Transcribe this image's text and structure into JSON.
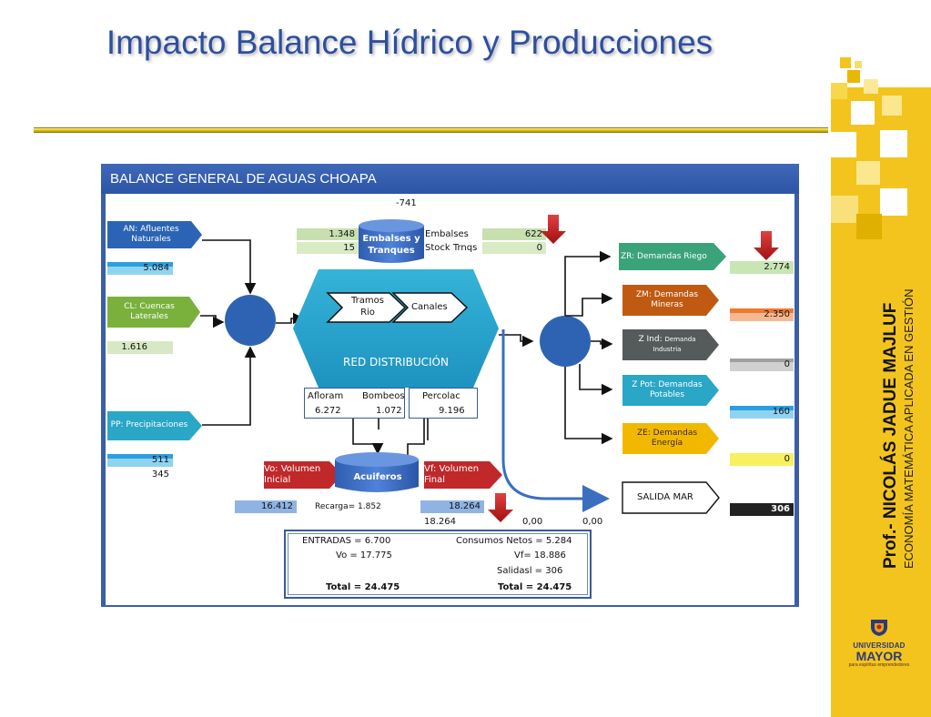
{
  "title": "Impacto Balance Hídrico y Producciones",
  "author": {
    "name": "Prof.- NICOLÁS JADUE MAJLUF",
    "subtitle": "ECONOMÍA MATEMÁTICA APLICADA EN GESTIÓN"
  },
  "logo": {
    "line1": "UNIVERSIDAD",
    "line2": "MAYOR",
    "line3": "para espíritus emprendedores"
  },
  "panel": {
    "title": "BALANCE GENERAL DE AGUAS CHOAPA",
    "top_value": "-741",
    "inputs": {
      "an": {
        "label": "AN: Afluentes Naturales",
        "value": "5.084"
      },
      "cl": {
        "label": "CL: Cuencas Laterales",
        "value": "1.616"
      },
      "pp": {
        "label": "PP: Precipitaciones",
        "value": "511",
        "extra": "345"
      }
    },
    "embalses": {
      "label": "Embalses y Tranques",
      "left_value_1": "1.348",
      "left_value_2": "15",
      "row1_label": "Embalses",
      "row1_value": "622",
      "row2_label": "Stock Trnqs",
      "row2_value": "0"
    },
    "red": {
      "label": "RED DISTRIBUCIÓN",
      "tramos": "Tramos Rio",
      "canales": "Canales"
    },
    "flows": {
      "afloram_label": "Afloram",
      "afloram_value": "6.272",
      "bombeos_label": "Bombeos",
      "bombeos_value": "1.072",
      "percolac_label": "Percolac",
      "percolac_value": "9.196"
    },
    "acuiferos": {
      "label": "Acuiferos",
      "vo_label": "Vo: Volumen Inicial",
      "vo_value": "16.412",
      "vf_label": "Vf: Volumen Final",
      "vf_value": "18.264",
      "recarga": "Recarga= 1.852",
      "below_vf": "18.264",
      "zero1": "0,00",
      "zero2": "0,00"
    },
    "demands": [
      {
        "label": "ZR: Demandas Riego",
        "value": "2.774",
        "color": "#3aa37a"
      },
      {
        "label": "ZM: Demandas Mineras",
        "value": "2.350",
        "color": "#c05a12"
      },
      {
        "label_main": "Z Ind:",
        "label_small": "Demanda Industria",
        "value": "0",
        "color": "#555a5a"
      },
      {
        "label": "Z Pot: Demandas Potables",
        "value": "160",
        "color": "#2aa6c7"
      },
      {
        "label": "ZE: Demandas Energía",
        "value": "0",
        "color": "#f2b800"
      }
    ],
    "salida": {
      "label": "SALIDA MAR",
      "value": "306"
    },
    "summary": {
      "entradas": "ENTRADAS = 6.700",
      "vo": "Vo = 17.775",
      "total_left": "Total = 24.475",
      "consumos": "Consumos Netos = 5.284",
      "vf": "Vf= 18.886",
      "salidas": "Salidasl = 306",
      "total_right": "Total = 24.475"
    }
  }
}
